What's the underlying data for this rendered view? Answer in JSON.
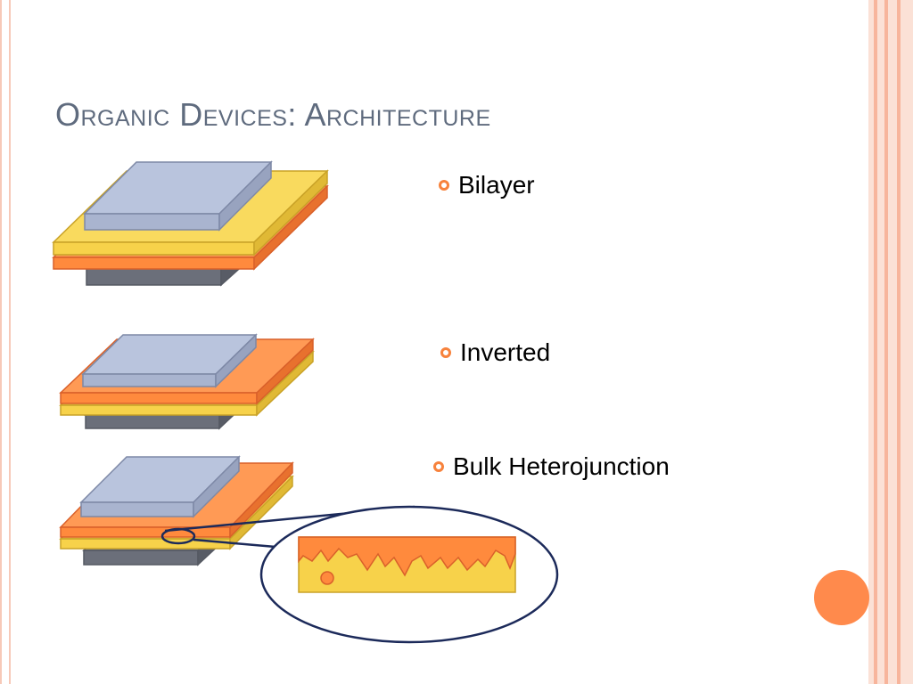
{
  "slide": {
    "title": "Organic Devices: Architecture",
    "bullets": [
      "Bilayer",
      "Inverted",
      "Bulk Heterojunction"
    ]
  },
  "colors": {
    "title": "#5f6b7e",
    "accent": "#f7823c",
    "electrode_top": "#b9c4dd",
    "electrode_bottom": "#6b6f7a",
    "layer_yellow": "#f7d24a",
    "layer_orange": "#ff8a3d"
  },
  "icons": {
    "bullet": "orange-ring-bullet-icon",
    "decoration": "orange-circle-icon"
  }
}
